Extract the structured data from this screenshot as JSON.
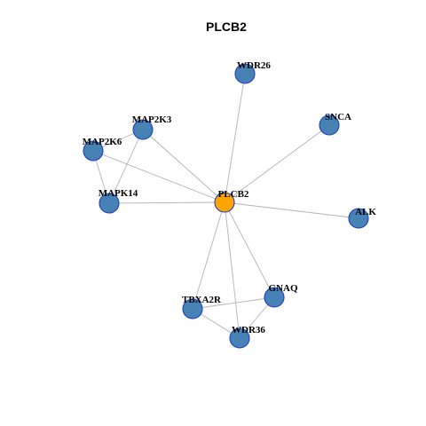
{
  "title": "PLCB2",
  "colors": {
    "center_node": "#ffa500",
    "neighbor_node": "#4682b4",
    "node_border": "#1f3fbf",
    "edge": "#b3b3b3"
  },
  "graph": {
    "center": "PLCB2",
    "nodes": [
      {
        "id": "PLCB2",
        "label": "PLCB2",
        "role": "center"
      },
      {
        "id": "WDR26",
        "label": "WDR26",
        "role": "neighbor"
      },
      {
        "id": "SNCA",
        "label": "SNCA",
        "role": "neighbor"
      },
      {
        "id": "MAP2K3",
        "label": "MAP2K3",
        "role": "neighbor"
      },
      {
        "id": "MAP2K6",
        "label": "MAP2K6",
        "role": "neighbor"
      },
      {
        "id": "MAPK14",
        "label": "MAPK14",
        "role": "neighbor"
      },
      {
        "id": "ALK",
        "label": "ALK",
        "role": "neighbor"
      },
      {
        "id": "GNAQ",
        "label": "GNAQ",
        "role": "neighbor"
      },
      {
        "id": "TBXA2R",
        "label": "TBXA2R",
        "role": "neighbor"
      },
      {
        "id": "WDR36",
        "label": "WDR36",
        "role": "neighbor"
      }
    ],
    "edges": [
      [
        "PLCB2",
        "WDR26"
      ],
      [
        "PLCB2",
        "SNCA"
      ],
      [
        "PLCB2",
        "MAP2K3"
      ],
      [
        "PLCB2",
        "MAP2K6"
      ],
      [
        "PLCB2",
        "MAPK14"
      ],
      [
        "PLCB2",
        "ALK"
      ],
      [
        "PLCB2",
        "GNAQ"
      ],
      [
        "PLCB2",
        "TBXA2R"
      ],
      [
        "PLCB2",
        "WDR36"
      ],
      [
        "MAP2K3",
        "MAPK14"
      ],
      [
        "MAP2K6",
        "MAPK14"
      ],
      [
        "MAP2K3",
        "MAP2K6"
      ],
      [
        "GNAQ",
        "TBXA2R"
      ],
      [
        "GNAQ",
        "WDR36"
      ],
      [
        "TBXA2R",
        "WDR36"
      ]
    ]
  }
}
